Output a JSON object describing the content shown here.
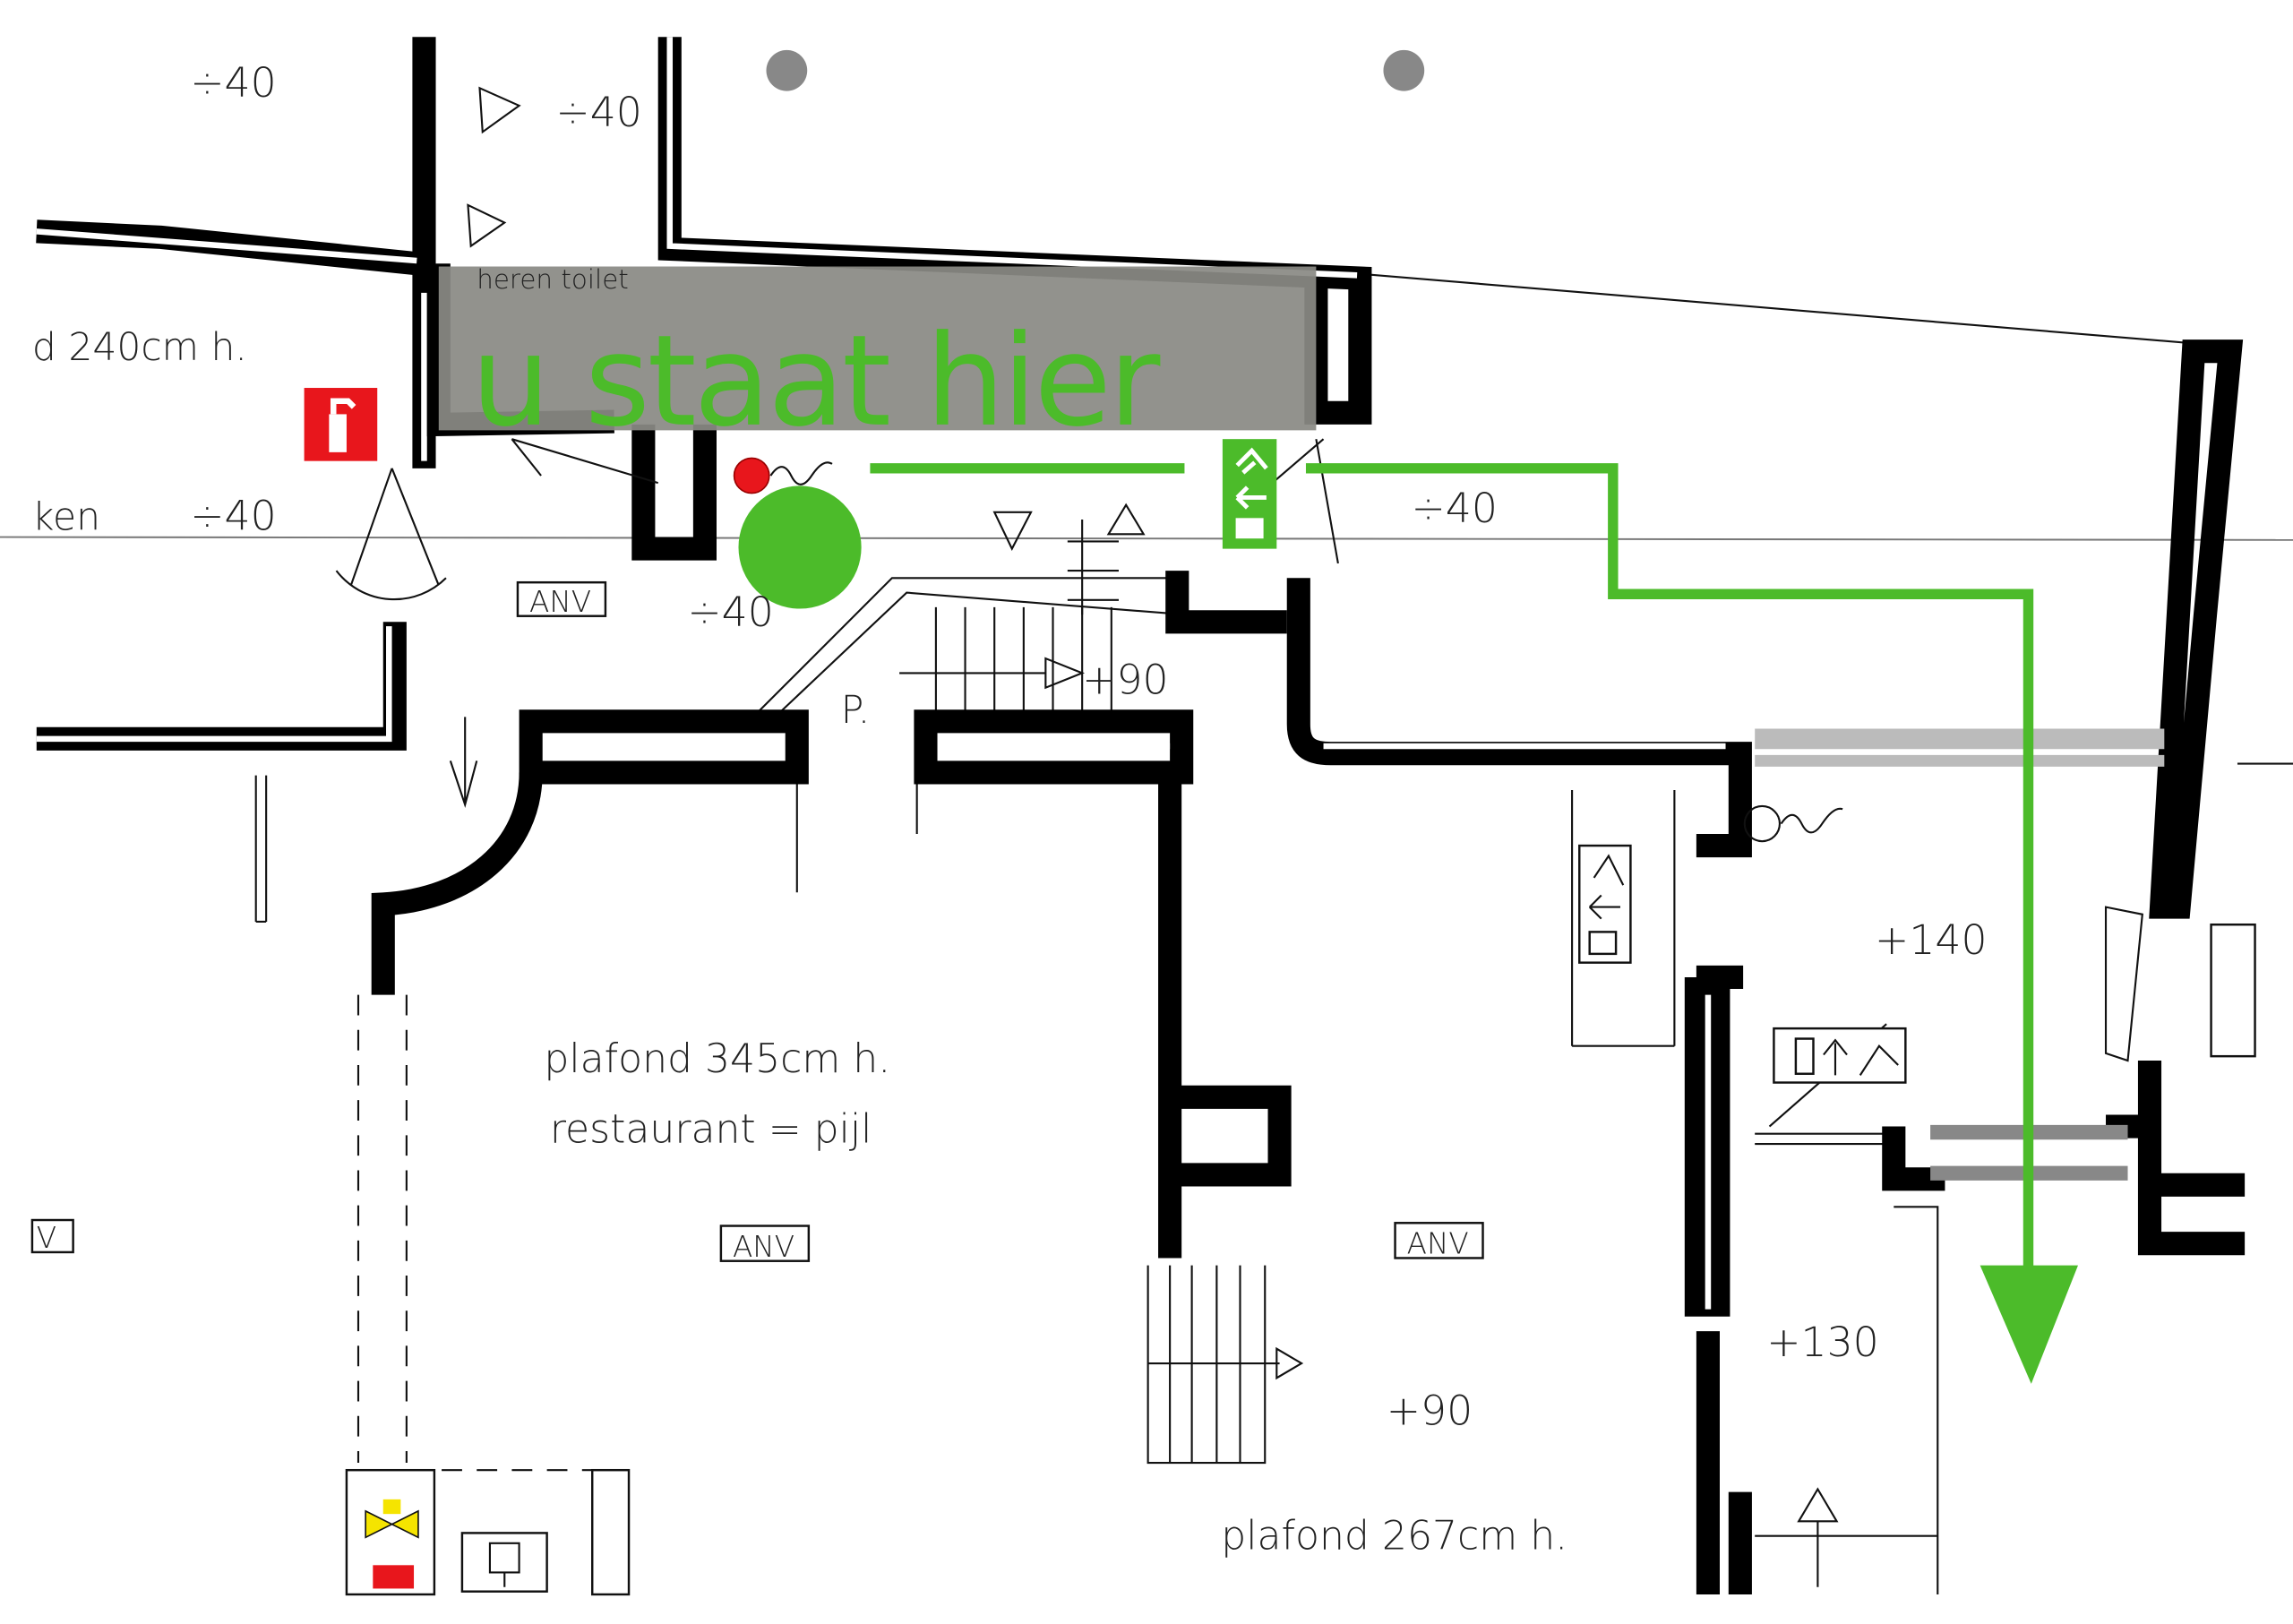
{
  "banner": {
    "location_label": "heren toilet",
    "you_are_here": "u staat hier"
  },
  "rooms": {
    "left_ceiling": "d 240cm h.",
    "left_room_fragment": "ken",
    "restaurant_ceiling": "plafond 345cm h.",
    "restaurant_note": "restaurant = pijl",
    "right_ceiling": "plafond 267cm h.",
    "platform_label": "P."
  },
  "levels": [
    "÷40",
    "÷40",
    "÷40",
    "÷40",
    "÷40",
    "+90",
    "+140",
    "+130",
    "+90"
  ],
  "anv_labels": [
    "ANV",
    "ANV",
    "ANV",
    "V"
  ],
  "colors": {
    "route": "#4cbb2a",
    "banner_bg": "#8a8a84",
    "fire": "#e8161c",
    "walls": "#000000"
  },
  "icons": [
    "fire-extinguisher-icon",
    "emergency-exit-sign-icon",
    "you-are-here-marker-icon",
    "alarm-icon",
    "gas-valve-icon",
    "electric-panel-icon"
  ]
}
